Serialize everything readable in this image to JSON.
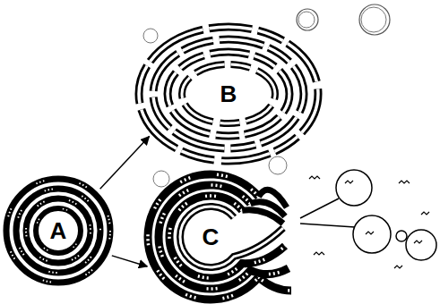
{
  "diagram": {
    "nodes": [
      {
        "text": [
          "A"
        ]
      },
      {
        "text": [
          "B"
        ]
      },
      {
        "text": [
          "C"
        ]
      }
    ],
    "edges": [
      {
        "from": 0,
        "to": 1,
        "arrow": "to"
      },
      {
        "from": 0,
        "to": 2,
        "arrow": "to"
      }
    ]
  }
}
